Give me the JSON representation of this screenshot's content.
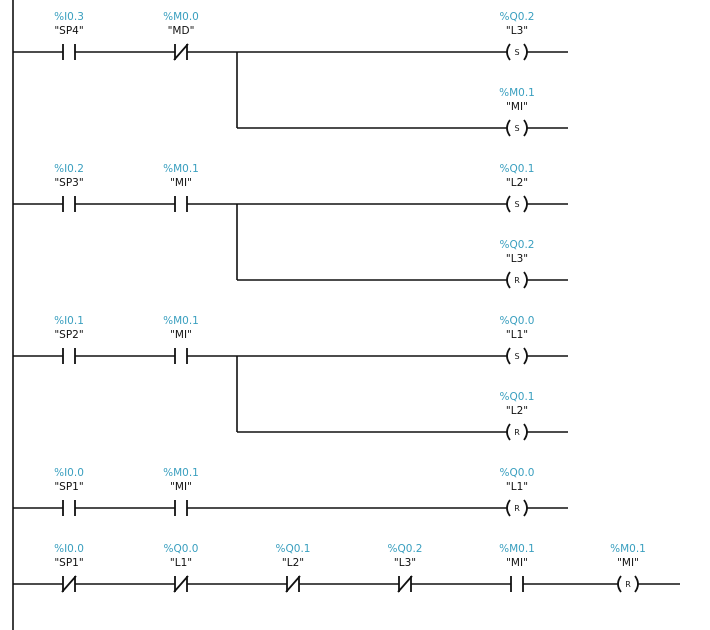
{
  "colors": {
    "address": "#3a9fbf",
    "line": "#111111",
    "background": "#ffffff"
  },
  "networks": [
    {
      "contacts": [
        {
          "address": "%I0.3",
          "tag": "\"SP4\"",
          "type": "NO"
        },
        {
          "address": "%M0.0",
          "tag": "\"MD\"",
          "type": "NC"
        }
      ],
      "coils": [
        {
          "address": "%Q0.2",
          "tag": "\"L3\"",
          "type": "S"
        },
        {
          "address": "%M0.1",
          "tag": "\"MI\"",
          "type": "S"
        }
      ]
    },
    {
      "contacts": [
        {
          "address": "%I0.2",
          "tag": "\"SP3\"",
          "type": "NO"
        },
        {
          "address": "%M0.1",
          "tag": "\"MI\"",
          "type": "NO"
        }
      ],
      "coils": [
        {
          "address": "%Q0.1",
          "tag": "\"L2\"",
          "type": "S"
        },
        {
          "address": "%Q0.2",
          "tag": "\"L3\"",
          "type": "R"
        }
      ]
    },
    {
      "contacts": [
        {
          "address": "%I0.1",
          "tag": "\"SP2\"",
          "type": "NO"
        },
        {
          "address": "%M0.1",
          "tag": "\"MI\"",
          "type": "NO"
        }
      ],
      "coils": [
        {
          "address": "%Q0.0",
          "tag": "\"L1\"",
          "type": "S"
        },
        {
          "address": "%Q0.1",
          "tag": "\"L2\"",
          "type": "R"
        }
      ]
    },
    {
      "contacts": [
        {
          "address": "%I0.0",
          "tag": "\"SP1\"",
          "type": "NO"
        },
        {
          "address": "%M0.1",
          "tag": "\"MI\"",
          "type": "NO"
        }
      ],
      "coils": [
        {
          "address": "%Q0.0",
          "tag": "\"L1\"",
          "type": "R"
        }
      ]
    },
    {
      "contacts": [
        {
          "address": "%I0.0",
          "tag": "\"SP1\"",
          "type": "NC"
        },
        {
          "address": "%Q0.0",
          "tag": "\"L1\"",
          "type": "NC"
        },
        {
          "address": "%Q0.1",
          "tag": "\"L2\"",
          "type": "NC"
        },
        {
          "address": "%Q0.2",
          "tag": "\"L3\"",
          "type": "NC"
        },
        {
          "address": "%M0.1",
          "tag": "\"MI\"",
          "type": "NO"
        }
      ],
      "coils": [
        {
          "address": "%M0.1",
          "tag": "\"MI\"",
          "type": "R"
        }
      ]
    }
  ]
}
